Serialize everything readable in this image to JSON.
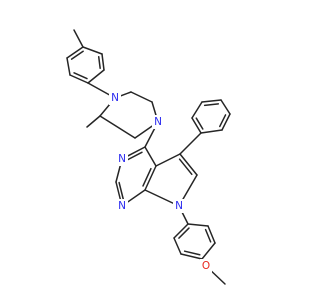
{
  "colors": {
    "background": "#ffffff",
    "bond": "#262626",
    "nitrogen": "#2a2af0",
    "oxygen": "#e8281e"
  },
  "atoms": {
    "n_piperazine_aryl": "N",
    "n_piperazine_core": "N",
    "n_pyrimidine_3": "N",
    "n_pyrimidine_1": "N",
    "n_pyrrole_7": "N",
    "o_methoxy": "O"
  }
}
